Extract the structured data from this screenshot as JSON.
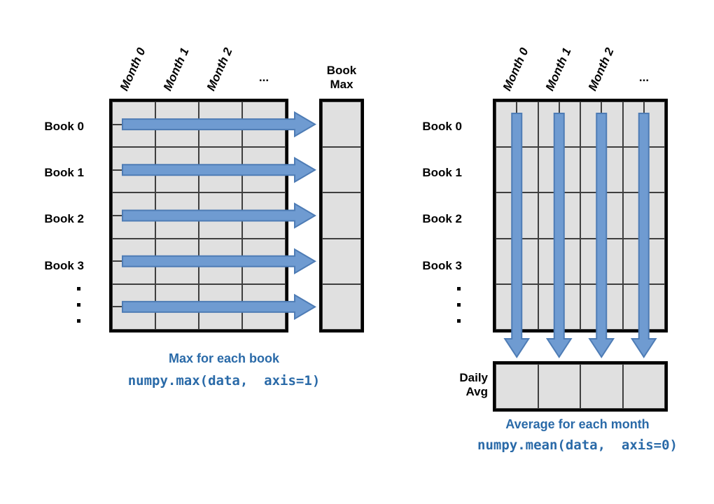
{
  "colors": {
    "page_bg": "#FFFFFF",
    "cell_fill": "#E0E0E0",
    "grid_line": "#3F3F3F",
    "frame": "#000000",
    "arrow_fill": "#6F9BD1",
    "arrow_stroke": "#4E7CB5",
    "accent_blue": "#2A6AA8",
    "text": "#000000"
  },
  "left_panel": {
    "row_labels": [
      "Book 0",
      "Book 1",
      "Book 2",
      "Book 3"
    ],
    "row_ellipsis": "...",
    "col_labels": [
      "Month 0",
      "Month 1",
      "Month 2"
    ],
    "col_ellipsis": "...",
    "grid": {
      "rows": 10,
      "cols": 4
    },
    "arrow_count": 5,
    "arrow_direction": "horizontal",
    "result_label_lines": [
      "Book",
      "Max"
    ],
    "result_grid": {
      "rows": 5,
      "cols": 1
    },
    "caption": "Max for each book",
    "code": "numpy.max(data,  axis=1)"
  },
  "right_panel": {
    "row_labels": [
      "Book 0",
      "Book 1",
      "Book 2",
      "Book 3"
    ],
    "row_ellipsis": "...",
    "col_labels": [
      "Month 0",
      "Month 1",
      "Month 2"
    ],
    "col_ellipsis": "...",
    "grid": {
      "rows": 5,
      "cols": 8
    },
    "arrow_count": 4,
    "arrow_direction": "vertical",
    "result_label_lines": [
      "Daily",
      "Avg"
    ],
    "result_grid": {
      "rows": 1,
      "cols": 4
    },
    "caption": "Average for each month",
    "code": "numpy.mean(data,  axis=0)"
  }
}
